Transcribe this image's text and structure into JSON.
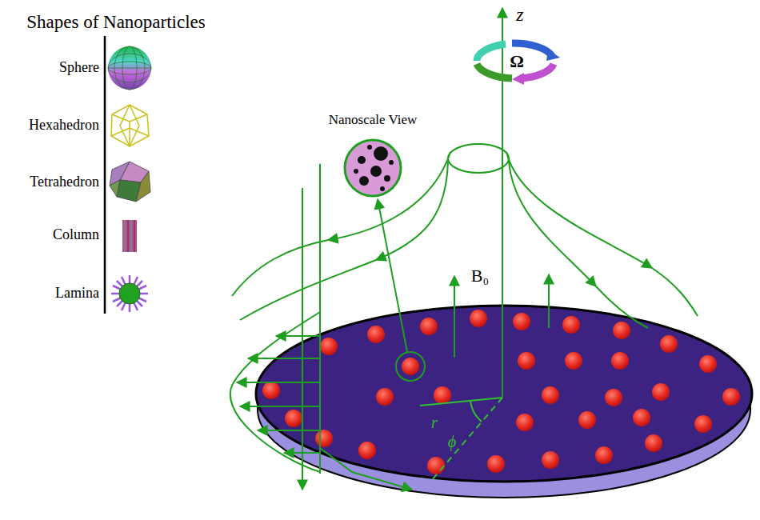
{
  "diagram": {
    "labels": [
      "Shapes of Nanoparticles",
      "Nanoscale View",
      "z",
      "Ω",
      "B₀",
      "r",
      "ϕ"
    ],
    "legend": [
      {
        "text": "Sphere"
      },
      {
        "text": "Hexahedron"
      },
      {
        "text": "Tetrahedron"
      },
      {
        "text": "Column"
      },
      {
        "text": "Lamina"
      }
    ]
  }
}
